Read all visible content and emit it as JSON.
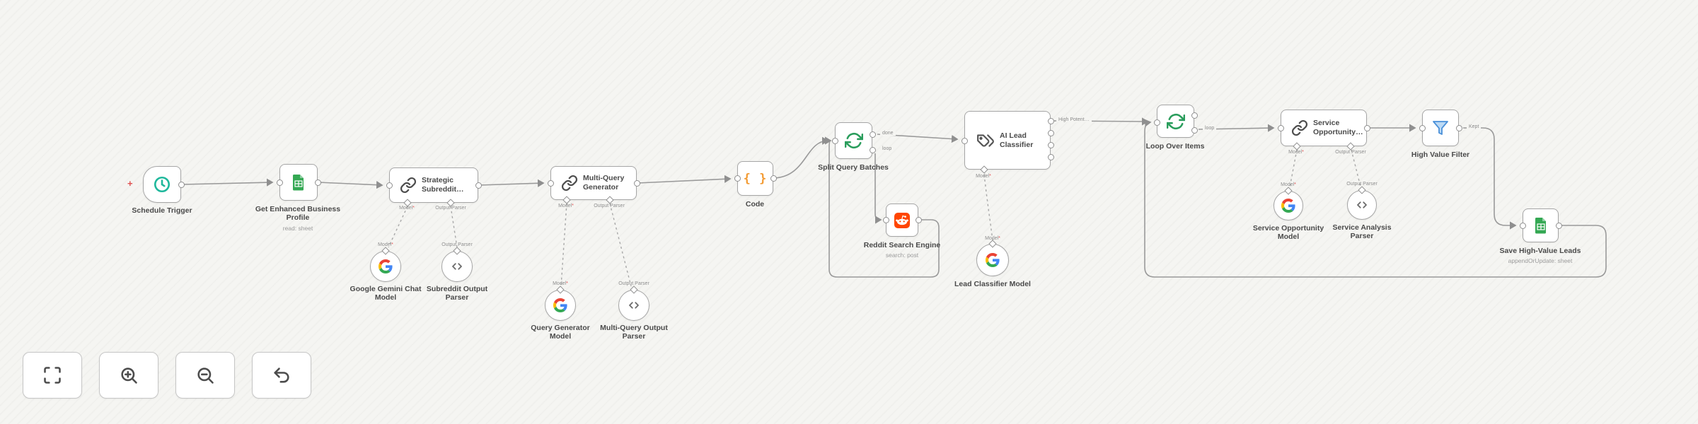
{
  "workflow": {
    "canvas": {
      "trigger_hint": "+",
      "background": "#f5f5f2",
      "wire_color": "#9a9a9a"
    },
    "nodes": {
      "schedule_trigger": {
        "label": "Schedule Trigger"
      },
      "get_profile": {
        "label": "Get Enhanced Business Profile",
        "sublabel": "read: sheet"
      },
      "strategic_subreddit": {
        "line1": "Strategic",
        "line2": "Subreddit…"
      },
      "gemini_model": {
        "label": "Google Gemini Chat Model"
      },
      "subreddit_parser": {
        "label": "Subreddit Output Parser"
      },
      "multi_query": {
        "line1": "Multi-Query",
        "line2": "Generator"
      },
      "query_model": {
        "label": "Query Generator Model"
      },
      "multi_query_parser": {
        "label": "Multi-Query Output Parser"
      },
      "code": {
        "label": "Code"
      },
      "split_batches": {
        "label": "Split Query Batches"
      },
      "reddit": {
        "label": "Reddit Search Engine",
        "sublabel": "search: post"
      },
      "classifier": {
        "line1": "AI Lead",
        "line2": "Classifier"
      },
      "classifier_model": {
        "label": "Lead Classifier Model"
      },
      "loop_items": {
        "label": "Loop Over Items"
      },
      "service_opportunity": {
        "line1": "Service",
        "line2": "Opportunity…"
      },
      "service_model": {
        "label": "Service Opportunity Model"
      },
      "service_parser": {
        "label": "Service Analysis Parser"
      },
      "high_value_filter": {
        "label": "High Value Filter"
      },
      "save_leads": {
        "label": "Save High-Value Leads",
        "sublabel": "appendOrUpdate: sheet"
      }
    },
    "port_labels": {
      "model": "Model",
      "required_mark": "*",
      "output_parser": "Output Parser",
      "done": "done",
      "loop": "loop",
      "kept": "Kept",
      "high_potential": "High Potent…"
    },
    "icons": {
      "schedule_trigger": "clock-icon",
      "get_profile": "google-sheets-icon",
      "strategic_subreddit": "chain-link-icon",
      "gemini_model": "google-g-icon",
      "subreddit_parser": "code-brackets-icon",
      "multi_query": "chain-link-icon",
      "query_model": "google-g-icon",
      "multi_query_parser": "code-brackets-icon",
      "code": "curly-braces-icon",
      "split_batches": "loop-arrows-icon",
      "reddit": "reddit-icon",
      "classifier": "tags-icon",
      "classifier_model": "google-g-icon",
      "loop_items": "loop-arrows-icon",
      "service_opportunity": "chain-link-icon",
      "service_model": "google-g-icon",
      "service_parser": "code-brackets-icon",
      "high_value_filter": "funnel-icon",
      "save_leads": "google-sheets-icon",
      "controls": [
        "fit-view-icon",
        "zoom-in-icon",
        "zoom-out-icon",
        "undo-icon"
      ]
    },
    "colors": {
      "trigger_teal": "#1fb89c",
      "sheets_green": "#34a853",
      "code_orange": "#f39b33",
      "loop_green": "#2a9d5c",
      "reddit_orange": "#ff4500",
      "filter_blue": "#4a90d9"
    }
  }
}
